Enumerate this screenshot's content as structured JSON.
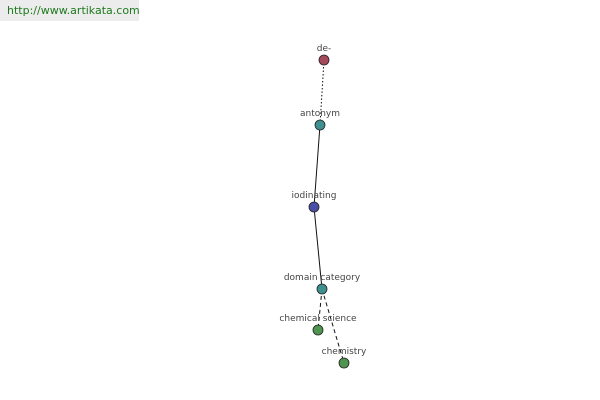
{
  "watermark": {
    "url": "http://www.artikata.com"
  },
  "graph": {
    "nodes": [
      {
        "id": "de",
        "label": "de-",
        "color": "#a4495a"
      },
      {
        "id": "antonym",
        "label": "antonym",
        "color": "#3f8f8f"
      },
      {
        "id": "iodinating",
        "label": "iodinating",
        "color": "#4a4fa4"
      },
      {
        "id": "domain-category",
        "label": "domain category",
        "color": "#3f8f8f"
      },
      {
        "id": "chemical-science",
        "label": "chemical science",
        "color": "#4f944f"
      },
      {
        "id": "chemistry",
        "label": "chemistry",
        "color": "#4f944f"
      }
    ],
    "edges": [
      {
        "from": "de",
        "to": "antonym",
        "style": "dotted"
      },
      {
        "from": "antonym",
        "to": "iodinating",
        "style": "solid"
      },
      {
        "from": "iodinating",
        "to": "domain-category",
        "style": "solid"
      },
      {
        "from": "domain-category",
        "to": "chemical-science",
        "style": "dashed"
      },
      {
        "from": "domain-category",
        "to": "chemistry",
        "style": "dashed"
      }
    ]
  }
}
